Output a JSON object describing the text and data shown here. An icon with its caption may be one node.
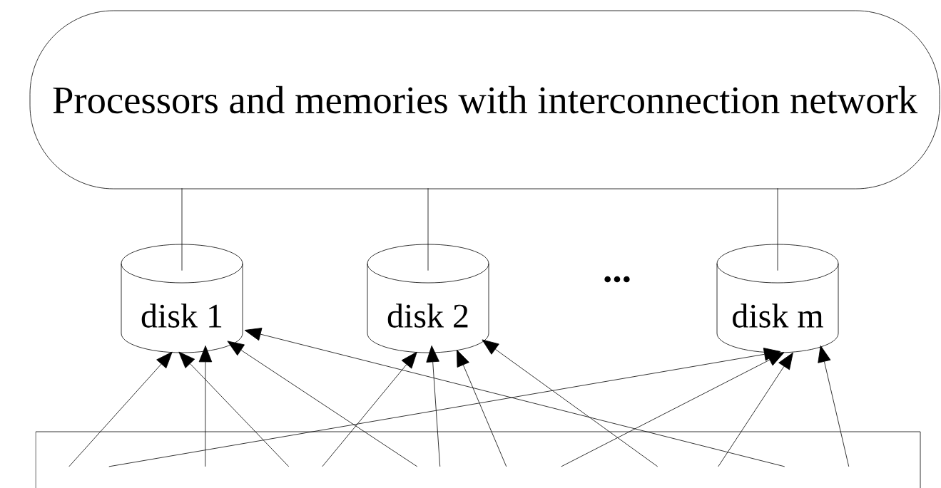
{
  "diagram": {
    "nodes": [
      {
        "text": [
          "Processors and memories with interconnection network"
        ]
      },
      {
        "text": [
          "disk 1"
        ]
      },
      {
        "text": [
          "disk 2"
        ]
      },
      {
        "text": [
          "disk m"
        ]
      },
      {
        "text": [],
        "shape": "box"
      }
    ],
    "edges": [
      {
        "from": 0,
        "to": 1,
        "arrow": "none"
      },
      {
        "from": 0,
        "to": 2,
        "arrow": "none"
      },
      {
        "from": 0,
        "to": 3,
        "arrow": "none"
      },
      {
        "from": 4,
        "to": 1,
        "arrow": "to"
      },
      {
        "from": 4,
        "to": 3,
        "arrow": "to"
      },
      {
        "from": 4,
        "to": 1,
        "arrow": "to"
      },
      {
        "from": 4,
        "to": 1,
        "arrow": "to"
      },
      {
        "from": 4,
        "to": 2,
        "arrow": "to"
      },
      {
        "from": 4,
        "to": 1,
        "arrow": "to"
      },
      {
        "from": 4,
        "to": 2,
        "arrow": "to"
      },
      {
        "from": 4,
        "to": 2,
        "arrow": "to"
      },
      {
        "from": 4,
        "to": 3,
        "arrow": "to"
      },
      {
        "from": 4,
        "to": 2,
        "arrow": "to"
      },
      {
        "from": 4,
        "to": 3,
        "arrow": "to"
      },
      {
        "from": 4,
        "to": 1,
        "arrow": "to"
      },
      {
        "from": 4,
        "to": 3,
        "arrow": "to"
      }
    ],
    "labels": [
      "..."
    ]
  }
}
